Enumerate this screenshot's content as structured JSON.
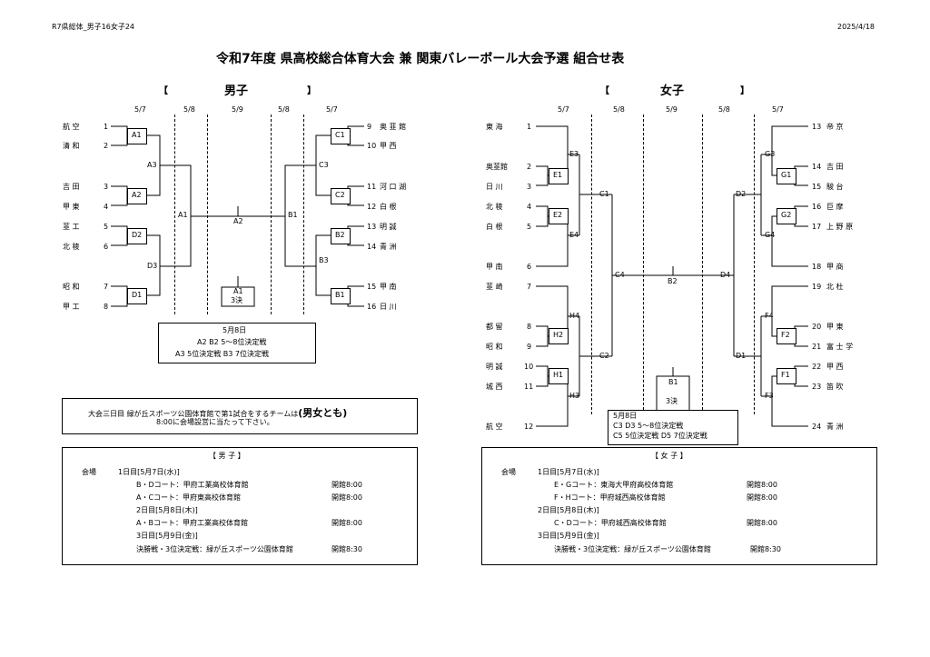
{
  "header": {
    "doc_id": "R7県総体_男子16女子24",
    "date": "2025/4/18"
  },
  "title": "令和7年度 県高校総合体育大会 兼 関東バレーボール大会予選 組合せ表",
  "men": {
    "bracket_open": "【",
    "heading": "男子",
    "bracket_close": "】",
    "dates": [
      "5/7",
      "5/8",
      "5/9",
      "5/8",
      "5/7"
    ],
    "left_teams": [
      {
        "name": "航 空",
        "seed": "1"
      },
      {
        "name": "清 和",
        "seed": "2"
      },
      {
        "name": "吉 田",
        "seed": "3"
      },
      {
        "name": "甲 東",
        "seed": "4"
      },
      {
        "name": "韮 工",
        "seed": "5"
      },
      {
        "name": "北 稜",
        "seed": "6"
      },
      {
        "name": "昭 和",
        "seed": "7"
      },
      {
        "name": "甲 工",
        "seed": "8"
      }
    ],
    "right_teams": [
      {
        "seed": "9",
        "name": "奥 韮 館"
      },
      {
        "seed": "10",
        "name": "甲 西"
      },
      {
        "seed": "11",
        "name": "河 口 湖"
      },
      {
        "seed": "12",
        "name": "白 根"
      },
      {
        "seed": "13",
        "name": "明 誠"
      },
      {
        "seed": "14",
        "name": "青 洲"
      },
      {
        "seed": "15",
        "name": "甲 南"
      },
      {
        "seed": "16",
        "name": "日 川"
      }
    ],
    "labels": {
      "A1a": "A1",
      "A2a": "A2",
      "D2": "D2",
      "D1": "D1",
      "A3": "A3",
      "D3": "D3",
      "A1": "A1",
      "A2": "A2",
      "B1": "B1",
      "C1": "C1",
      "C2": "C2",
      "C3": "C3",
      "B2": "B2",
      "B3": "B3",
      "B1b": "B1",
      "A1c": "A1",
      "third": "3決"
    },
    "note": {
      "title": "5月8日",
      "line1": "A2 B2 5～8位決定戦",
      "line2": "A3 5位決定戦 B3 7位決定戦"
    }
  },
  "women": {
    "bracket_open": "【",
    "heading": "女子",
    "bracket_close": "】",
    "dates": [
      "5/7",
      "5/8",
      "5/9",
      "5/8",
      "5/7"
    ],
    "left_teams": [
      {
        "name": "東 海",
        "seed": "1"
      },
      {
        "name": "奥韮館",
        "seed": "2"
      },
      {
        "name": "日 川",
        "seed": "3"
      },
      {
        "name": "北 稜",
        "seed": "4"
      },
      {
        "name": "白 根",
        "seed": "5"
      },
      {
        "name": "甲 南",
        "seed": "6"
      },
      {
        "name": "韮 崎",
        "seed": "7"
      },
      {
        "name": "都 留",
        "seed": "8"
      },
      {
        "name": "昭 和",
        "seed": "9"
      },
      {
        "name": "明 誠",
        "seed": "10"
      },
      {
        "name": "城 西",
        "seed": "11"
      },
      {
        "name": "航 空",
        "seed": "12"
      }
    ],
    "right_teams": [
      {
        "seed": "13",
        "name": "帝 京"
      },
      {
        "seed": "14",
        "name": "吉 田"
      },
      {
        "seed": "15",
        "name": "駿 台"
      },
      {
        "seed": "16",
        "name": "巨 摩"
      },
      {
        "seed": "17",
        "name": "上 野 原"
      },
      {
        "seed": "18",
        "name": "甲 商"
      },
      {
        "seed": "19",
        "name": "北 杜"
      },
      {
        "seed": "20",
        "name": "甲 東"
      },
      {
        "seed": "21",
        "name": "富 士 学"
      },
      {
        "seed": "22",
        "name": "甲 西"
      },
      {
        "seed": "23",
        "name": "笛 吹"
      },
      {
        "seed": "24",
        "name": "青 洲"
      }
    ],
    "labels": {
      "E1": "E1",
      "E2": "E2",
      "E3": "E3",
      "E4": "E4",
      "C1": "C1",
      "H1": "H1",
      "H2": "H2",
      "H3": "H3",
      "H4": "H4",
      "C2": "C2",
      "C4": "C4",
      "B2": "B2",
      "D4": "D4",
      "G1": "G1",
      "G2": "G2",
      "G3": "G3",
      "G4": "G4",
      "D2": "D2",
      "F1": "F1",
      "F2": "F2",
      "F3": "F3",
      "F4": "F4",
      "D1": "D1",
      "B1": "B1",
      "third": "3決"
    },
    "note": {
      "title": "5月8日",
      "line1": "C3 D3 5～8位決定戦",
      "line2": "C5 5位決定戦 D5 7位決定戦"
    }
  },
  "notice": {
    "text": "大会三日目 緑が丘スポーツ公園体育館で第1試合をするチームは",
    "emph": "(男女とも)",
    "line2": "8:00に会場設営に当たって下さい。"
  },
  "venue_men": {
    "title": "【 男 子 】",
    "label": "会場",
    "rows": [
      {
        "text": "1日目[5月7日(水)]",
        "time": ""
      },
      {
        "text": "B・Dコート：甲府工業高校体育館",
        "time": "開館8:00"
      },
      {
        "text": "A・Cコート：甲府東高校体育館",
        "time": "開館8:00"
      },
      {
        "text": "2日目[5月8日(木)]",
        "time": ""
      },
      {
        "text": "A・Bコート：甲府工業高校体育館",
        "time": "開館8:00"
      },
      {
        "text": "3日目[5月9日(金)]",
        "time": ""
      },
      {
        "text": "決勝戦・3位決定戦：緑が丘スポーツ公園体育館",
        "time": "開館8:30"
      }
    ]
  },
  "venue_women": {
    "title": "【 女 子 】",
    "label": "会場",
    "rows": [
      {
        "text": "1日目[5月7日(水)]",
        "time": ""
      },
      {
        "text": "E・Gコート：東海大甲府高校体育館",
        "time": "開館8:00"
      },
      {
        "text": "F・Hコート：甲府城西高校体育館",
        "time": "開館8:00"
      },
      {
        "text": "2日目[5月8日(木)]",
        "time": ""
      },
      {
        "text": "C・Dコート：甲府城西高校体育館",
        "time": "開館8:00"
      },
      {
        "text": "3日目[5月9日(金)]",
        "time": ""
      },
      {
        "text": "決勝戦・3位決定戦：緑が丘スポーツ公園体育館",
        "time": "開館8:30"
      }
    ]
  }
}
